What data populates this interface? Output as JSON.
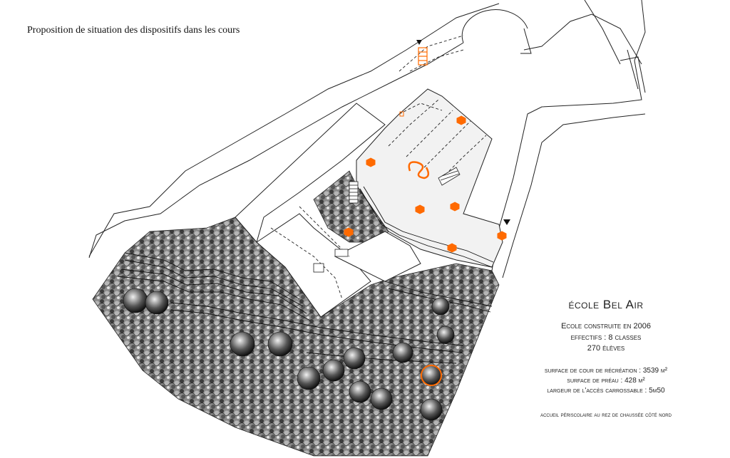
{
  "title": "Proposition de situation des dispositifs dans les cours",
  "school": {
    "name": "école Bel Air",
    "built": "Ecole construite en 2006",
    "staff": "effectifs : 8 classes",
    "pupils": "270 élèves",
    "surface_cour": "surface de cour de récréation : 3539 m²",
    "surface_preau": "surface de préau : 428 m²",
    "access_width": "largeur de l'accès carrossable : 5m50",
    "periscolaire": "accueil périscolaire au rez de chaussée côté nord"
  },
  "colors": {
    "accent": "#ff6a00",
    "line": "#222222",
    "courtyard": "#f2f2f2",
    "green": "#5a5a5a"
  },
  "icons": [
    "entrance-arrow-icon",
    "device-hexagon-icon",
    "tree-icon",
    "stairs-icon",
    "spiral-device-icon",
    "table-device-icon"
  ]
}
